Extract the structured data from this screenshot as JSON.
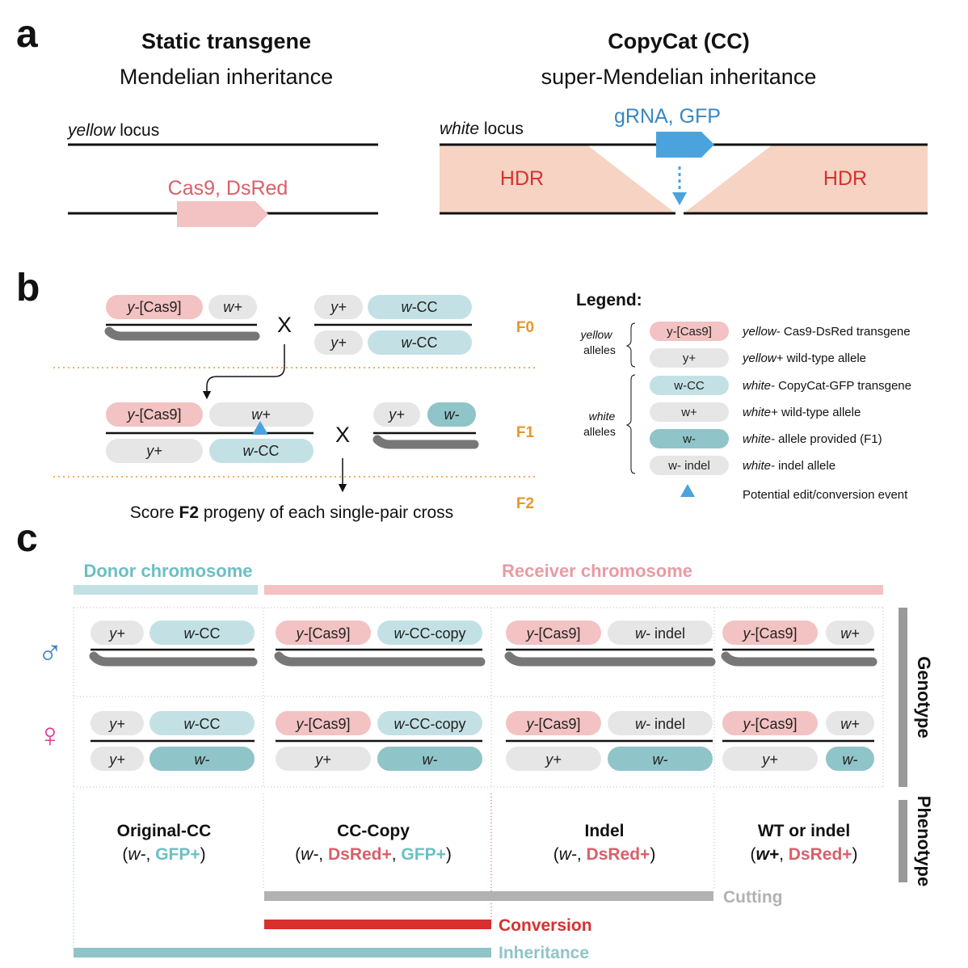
{
  "panel_labels": {
    "a": "a",
    "b": "b",
    "c": "c"
  },
  "panel_a": {
    "left": {
      "title": "Static transgene",
      "subtitle": "Mendelian inheritance",
      "locus_italic": "yellow",
      "locus_text": " locus",
      "construct": "Cas9, DsRed"
    },
    "right": {
      "title": "CopyCat (CC)",
      "subtitle": "super-Mendelian inheritance",
      "locus_italic": "white",
      "locus_text": " locus",
      "construct": "gRNA, GFP",
      "hdr_left": "HDR",
      "hdr_right": "HDR"
    }
  },
  "panel_b": {
    "f0": {
      "p1_top": [
        "y-",
        "[Cas9]",
        "w+"
      ],
      "p2_top": [
        "y+",
        "w-",
        "CC"
      ],
      "p2_bot": [
        "y+",
        "w-",
        "CC"
      ]
    },
    "f1": {
      "p1_top": [
        "y-",
        "[Cas9]",
        "w+"
      ],
      "p1_bot": [
        "y+",
        "w-",
        "CC"
      ],
      "p2_top": [
        "y+",
        "w-"
      ]
    },
    "cross": "X",
    "gen": {
      "f0": "F0",
      "f1": "F1",
      "f2": "F2"
    },
    "score": {
      "pre": "Score ",
      "bold": "F2",
      "post": " progeny of each single-pair cross"
    },
    "legend": {
      "title": "Legend:",
      "groups": {
        "yellow": [
          "yellow",
          "alleles"
        ],
        "white": [
          "white",
          "alleles"
        ]
      },
      "items": [
        {
          "pill": "y-[Cas9]",
          "italic": "yellow-",
          "desc": " Cas9-DsRed transgene",
          "color": "#F3C2C2"
        },
        {
          "pill": "y+",
          "italic": "yellow+",
          "desc": " wild-type allele",
          "color": "#E6E6E6"
        },
        {
          "pill": "w-CC",
          "italic": "white-",
          "desc": " CopyCat-GFP transgene",
          "color": "#C3E1E5"
        },
        {
          "pill": "w+",
          "italic": "white+",
          "desc": " wild-type allele",
          "color": "#E6E6E6"
        },
        {
          "pill": "w-",
          "italic": "white-",
          "desc": " allele provided (F1)",
          "color": "#8FC4C8"
        },
        {
          "pill": "w- indel",
          "italic": "white-",
          "desc": " indel allele",
          "color": "#E6E6E6"
        }
      ],
      "event": "Potential edit/conversion event"
    }
  },
  "panel_c": {
    "donor": "Donor chromosome",
    "receiver": "Receiver chromosome",
    "male": "♂",
    "female": "♀",
    "genotype": "Genotype",
    "phenotype": "Phenotype",
    "cols": [
      {
        "male": [
          [
            "y+",
            ""
          ],
          [
            "w-",
            "CC"
          ]
        ],
        "female_top": [
          [
            "y+",
            ""
          ],
          [
            "w-",
            "CC"
          ]
        ],
        "female_bot": [
          [
            "y+",
            ""
          ],
          [
            "w-",
            ""
          ]
        ],
        "pheno_title": "Original-CC",
        "pheno": {
          "open": "(",
          "w": "w-",
          "sep": ", ",
          "m1": "GFP+",
          "sep2": "",
          "m2": "",
          "close": ")"
        }
      },
      {
        "male": [
          [
            "y-",
            "[Cas9]"
          ],
          [
            "w-",
            "CC-copy"
          ]
        ],
        "female_top": [
          [
            "y-",
            "[Cas9]"
          ],
          [
            "w-",
            "CC-copy"
          ]
        ],
        "female_bot": [
          [
            "y+",
            ""
          ],
          [
            "w-",
            ""
          ]
        ],
        "pheno_title": "CC-Copy",
        "pheno": {
          "open": "(",
          "w": "w-",
          "sep": ", ",
          "m1": "DsRed+",
          "sep2": ", ",
          "m2": "GFP+",
          "close": ")"
        }
      },
      {
        "male": [
          [
            "y-",
            "[Cas9]"
          ],
          [
            "w-",
            " indel"
          ]
        ],
        "female_top": [
          [
            "y-",
            "[Cas9]"
          ],
          [
            "w-",
            " indel"
          ]
        ],
        "female_bot": [
          [
            "y+",
            ""
          ],
          [
            "w-",
            ""
          ]
        ],
        "pheno_title": "Indel",
        "pheno": {
          "open": "(",
          "w": "w-",
          "sep": ", ",
          "m1": "DsRed+",
          "sep2": "",
          "m2": "",
          "close": ")"
        }
      },
      {
        "male": [
          [
            "y-",
            "[Cas9]"
          ],
          [
            "w+",
            ""
          ]
        ],
        "female_top": [
          [
            "y-",
            "[Cas9]"
          ],
          [
            "w+",
            ""
          ]
        ],
        "female_bot": [
          [
            "y+",
            ""
          ],
          [
            "w-",
            ""
          ]
        ],
        "pheno_title": "WT or indel",
        "pheno": {
          "open": "(",
          "w": "w+",
          "sep": ", ",
          "m1": "DsRed+",
          "sep2": "",
          "m2": "",
          "close": ")"
        }
      }
    ],
    "bars": {
      "cutting": "Cutting",
      "conversion": "Conversion",
      "inheritance": "Inheritance"
    }
  },
  "colors": {
    "dsred": "#F3C2C2",
    "dsred_text": "#D95F69",
    "cc": "#C3E1E5",
    "cc_text": "#6BBFC4",
    "wminus": "#8FC4C8",
    "grey": "#E6E6E6",
    "gfp": "#4AA3DC",
    "hdr": "#F6D3C3",
    "orange": "#E8962E",
    "red": "#D8302F",
    "cutting": "#B2B2B2",
    "male": "#3D7EC2",
    "female": "#D93A95"
  }
}
